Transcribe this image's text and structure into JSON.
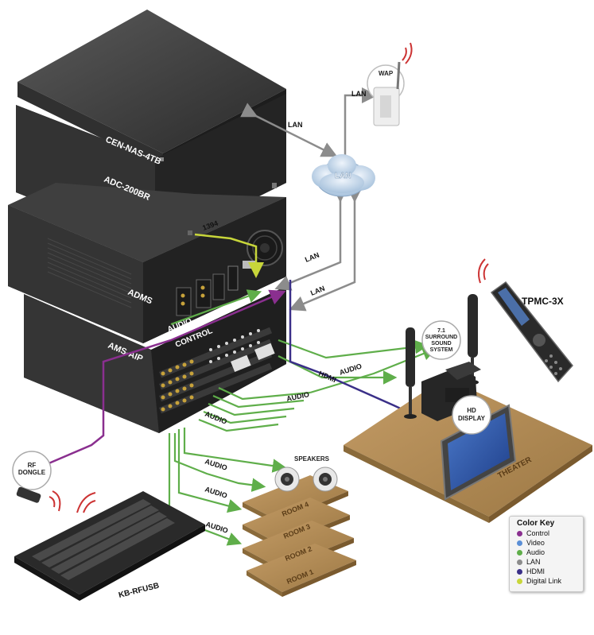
{
  "devices": {
    "nas": "CEN-NAS-4TB",
    "adc": "ADC-200BR",
    "adms": "ADMS",
    "ams": "AMS-AIP",
    "wap": "WAP",
    "lan_cloud": "LAN",
    "tpmc": "TPMC-3X",
    "rf_dongle_line1": "RF",
    "rf_dongle_line2": "DONGLE",
    "keyboard": "KB-RFUSB",
    "surround_line1": "7.1",
    "surround_line2": "SURROUND",
    "surround_line3": "SOUND",
    "surround_line4": "SYSTEM",
    "hd_display_line1": "HD",
    "hd_display_line2": "DISPLAY",
    "speakers": "SPEAKERS",
    "theater": "THEATER"
  },
  "panel_labels": {
    "audio": "AUDIO",
    "control": "CONTROL"
  },
  "connection_labels": {
    "lan_wap": "LAN",
    "lan_nas": "LAN",
    "lan_adms": "LAN",
    "lan_ams": "LAN",
    "firewire": "1394",
    "audio_surround": "AUDIO",
    "hdmi_display": "HDMI",
    "audio_theater": "AUDIO",
    "audio_zone_top": "AUDIO",
    "audio_room4": "AUDIO",
    "audio_room3": "AUDIO",
    "audio_room2": "AUDIO"
  },
  "rooms": [
    "ROOM 4",
    "ROOM 3",
    "ROOM 2",
    "ROOM 1"
  ],
  "color_key": {
    "title": "Color Key",
    "items": [
      {
        "label": "Control",
        "color": "#8a2f8f"
      },
      {
        "label": "Video",
        "color": "#5b8fd6"
      },
      {
        "label": "Audio",
        "color": "#5fae4a"
      },
      {
        "label": "LAN",
        "color": "#8c8c8c"
      },
      {
        "label": "HDMI",
        "color": "#3a2f88"
      },
      {
        "label": "Digital Link",
        "color": "#c8d63a"
      }
    ]
  },
  "colors": {
    "control": "#8a2f8f",
    "audio": "#5fae4a",
    "lan": "#8c8c8c",
    "hdmi": "#3a2f88",
    "digital_link": "#c8d63a",
    "floor": "#b08a58"
  }
}
